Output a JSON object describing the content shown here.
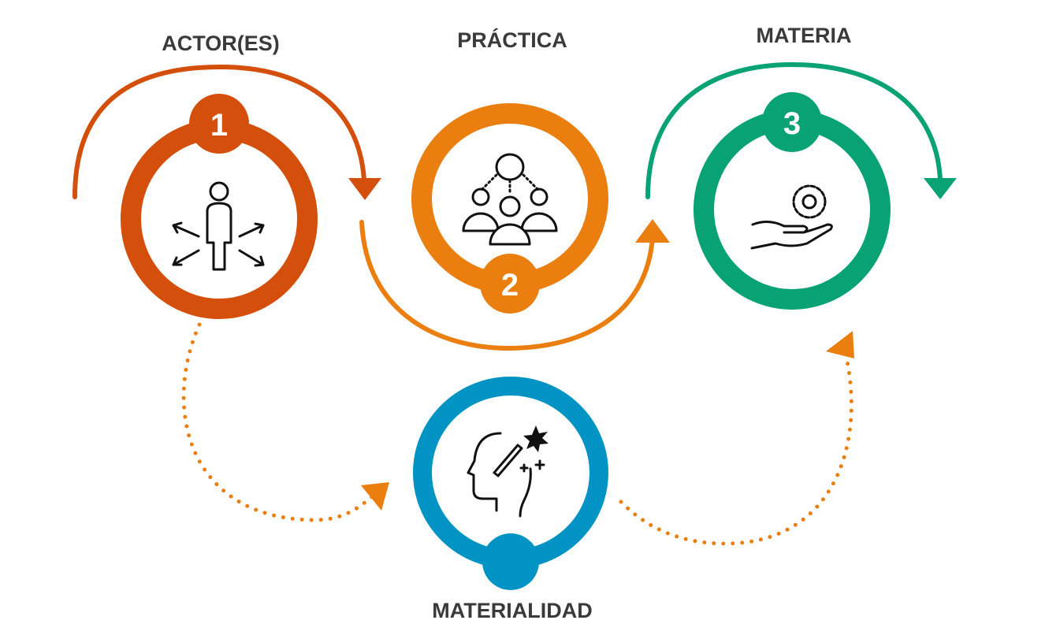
{
  "labels": {
    "actores": "ACTOR(ES)",
    "practica": "PRÁCTICA",
    "materia": "MATERIA",
    "materialidad": "MATERIALIDAD"
  },
  "badges": {
    "one": "1",
    "two": "2",
    "three": "3"
  },
  "icons": {
    "actores": "person-arrows-icon",
    "practica": "group-network-icon",
    "materia": "hand-gear-icon",
    "materialidad": "head-magic-wand-icon"
  },
  "colors": {
    "actores": "#d34f0b",
    "practica": "#ea7e0f",
    "materia": "#08a274",
    "materialidad": "#0093c3",
    "dotted": "#ea7e0f",
    "text": "#3a3a3a"
  }
}
